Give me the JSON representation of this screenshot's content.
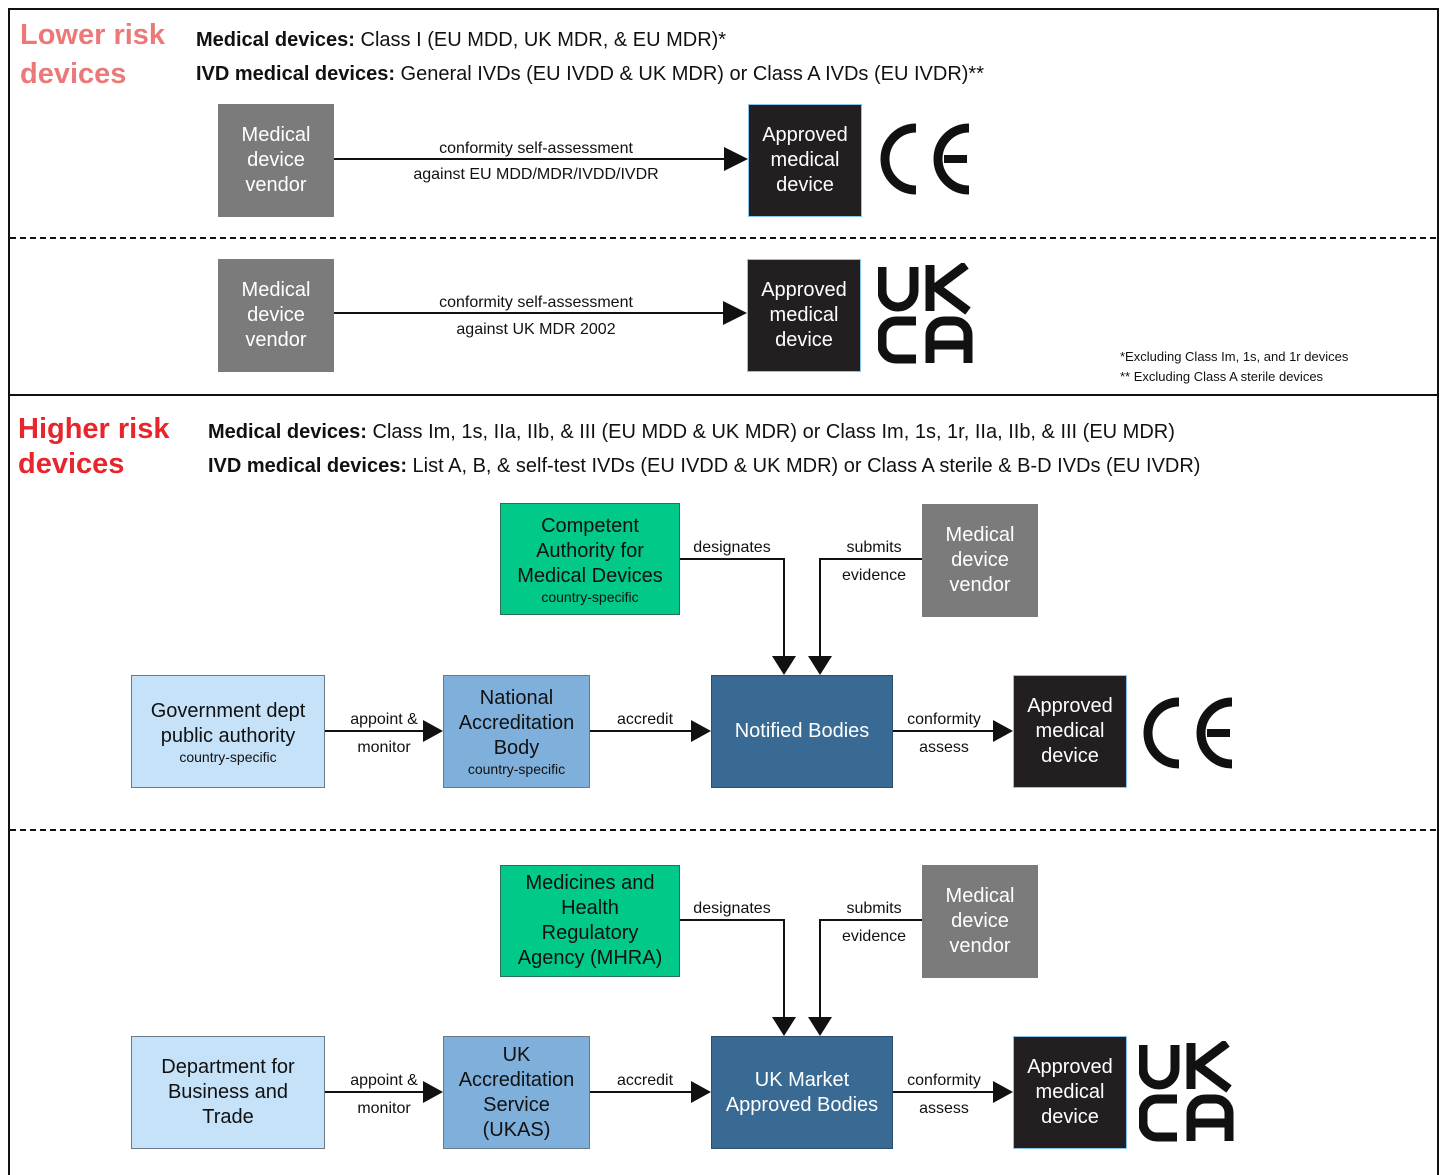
{
  "lower": {
    "title_line1": "Lower risk",
    "title_line2": "devices",
    "md_label": "Medical devices:",
    "md_text": " Class I (EU MDD, UK MDR, & EU MDR)*",
    "ivd_label": "IVD medical devices:",
    "ivd_text": " General IVDs (EU IVDD & UK MDR) or Class A IVDs (EU IVDR)**",
    "eu": {
      "vendor": [
        "Medical",
        "device",
        "vendor"
      ],
      "approved": [
        "Approved",
        "medical",
        "device"
      ],
      "arrow_top": "conformity self-assessment",
      "arrow_bottom": "against EU MDD/MDR/IVDD/IVDR",
      "mark": "CE"
    },
    "uk": {
      "vendor": [
        "Medical",
        "device",
        "vendor"
      ],
      "approved": [
        "Approved",
        "medical",
        "device"
      ],
      "arrow_top": "conformity self-assessment",
      "arrow_bottom": "against UK MDR 2002",
      "mark_top": "UK",
      "mark_bottom": "CA"
    },
    "footnote1": "*Excluding Class Im, 1s, and 1r devices",
    "footnote2": "** Excluding Class A sterile devices"
  },
  "higher": {
    "title_line1": "Higher risk",
    "title_line2": "devices",
    "md_label": "Medical devices:",
    "md_text": " Class Im, 1s, IIa, IIb, & III (EU MDD & UK MDR) or Class Im, 1s, 1r, IIa, IIb, & III (EU MDR)",
    "ivd_label": "IVD medical devices:",
    "ivd_text": " List A, B, & self-test IVDs (EU IVDD & UK MDR) or Class A sterile & B-D IVDs (EU IVDR)",
    "eu": {
      "authority": [
        "Competent",
        "Authority for",
        "Medical Devices"
      ],
      "authority_sub": "country-specific",
      "vendor": [
        "Medical",
        "device",
        "vendor"
      ],
      "gov": [
        "Government dept",
        "public authority"
      ],
      "gov_sub": "country-specific",
      "nab": [
        "National",
        "Accreditation",
        "Body"
      ],
      "nab_sub": "country-specific",
      "notified": "Notified Bodies",
      "approved": [
        "Approved",
        "medical",
        "device"
      ],
      "designates": "designates",
      "submits": "submits",
      "evidence": "evidence",
      "appoint": "appoint &",
      "monitor": "monitor",
      "accredit": "accredit",
      "conformity": "conformity",
      "assess": "assess",
      "mark": "CE"
    },
    "uk": {
      "authority": [
        "Medicines and",
        "Health",
        "Regulatory",
        "Agency (MHRA)"
      ],
      "vendor": [
        "Medical",
        "device",
        "vendor"
      ],
      "gov": [
        "Department for",
        "Business and",
        "Trade"
      ],
      "nab": [
        "UK",
        "Accreditation",
        "Service",
        "(UKAS)"
      ],
      "notified": [
        "UK Market",
        "Approved Bodies"
      ],
      "approved": [
        "Approved",
        "medical",
        "device"
      ],
      "designates": "designates",
      "submits": "submits",
      "evidence": "evidence",
      "appoint": "appoint &",
      "monitor": "monitor",
      "accredit": "accredit",
      "conformity": "conformity",
      "assess": "assess",
      "mark_top": "UK",
      "mark_bottom": "CA"
    }
  },
  "colors": {
    "lower_title": "#ec7878",
    "higher_title": "#e6252d",
    "vendor_gray": "#7b7b7b",
    "approved_dark": "#231f20",
    "gov_lightblue": "#c5e2f9",
    "nab_midblue": "#7fb0dc",
    "notified_navy": "#386a94",
    "authority_green": "#00c98a"
  }
}
